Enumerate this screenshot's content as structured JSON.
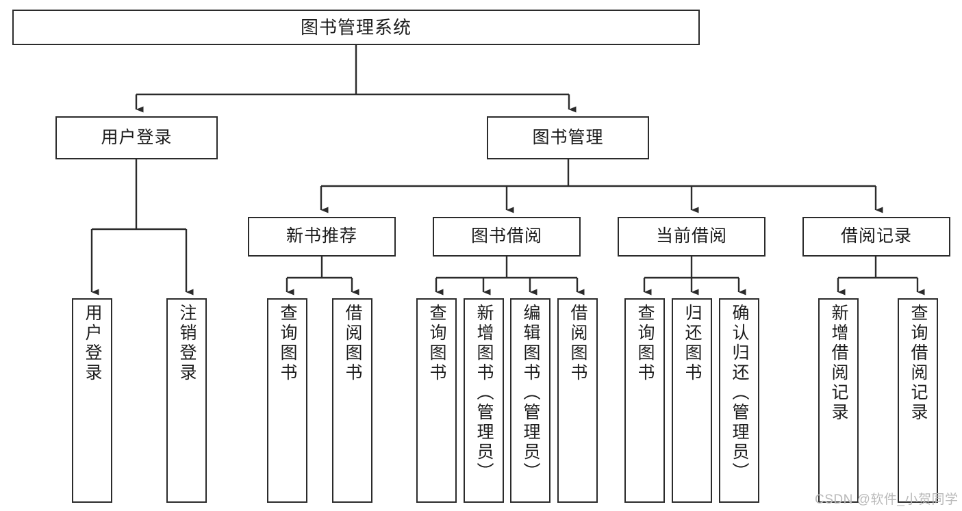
{
  "diagram": {
    "title": "图书管理系统",
    "type": "tree-hierarchy",
    "root": {
      "label": "图书管理系统"
    },
    "level2": [
      {
        "label": "用户登录"
      },
      {
        "label": "图书管理"
      }
    ],
    "level3": [
      {
        "label": "新书推荐"
      },
      {
        "label": "图书借阅"
      },
      {
        "label": "当前借阅"
      },
      {
        "label": "借阅记录"
      }
    ],
    "leaves": {
      "user_login": [
        {
          "label": "用户登录"
        },
        {
          "label": "注销登录"
        }
      ],
      "new_book_recommend": [
        {
          "label": "查询图书"
        },
        {
          "label": "借阅图书"
        }
      ],
      "book_borrow": [
        {
          "label": "查询图书"
        },
        {
          "label": "新增图书（管理员）"
        },
        {
          "label": "编辑图书（管理员）"
        },
        {
          "label": "借阅图书"
        }
      ],
      "current_borrow": [
        {
          "label": "查询图书"
        },
        {
          "label": "归还图书"
        },
        {
          "label": "确认归还（管理员）"
        }
      ],
      "borrow_record": [
        {
          "label": "新增借阅记录"
        },
        {
          "label": "查询借阅记录"
        }
      ]
    },
    "watermark": "CSDN @软件_小贺同学",
    "colors": {
      "stroke": "#2b2b2b",
      "fill": "#ffffff",
      "text": "#1c1c1c",
      "watermark": "#b9b9b9"
    }
  }
}
